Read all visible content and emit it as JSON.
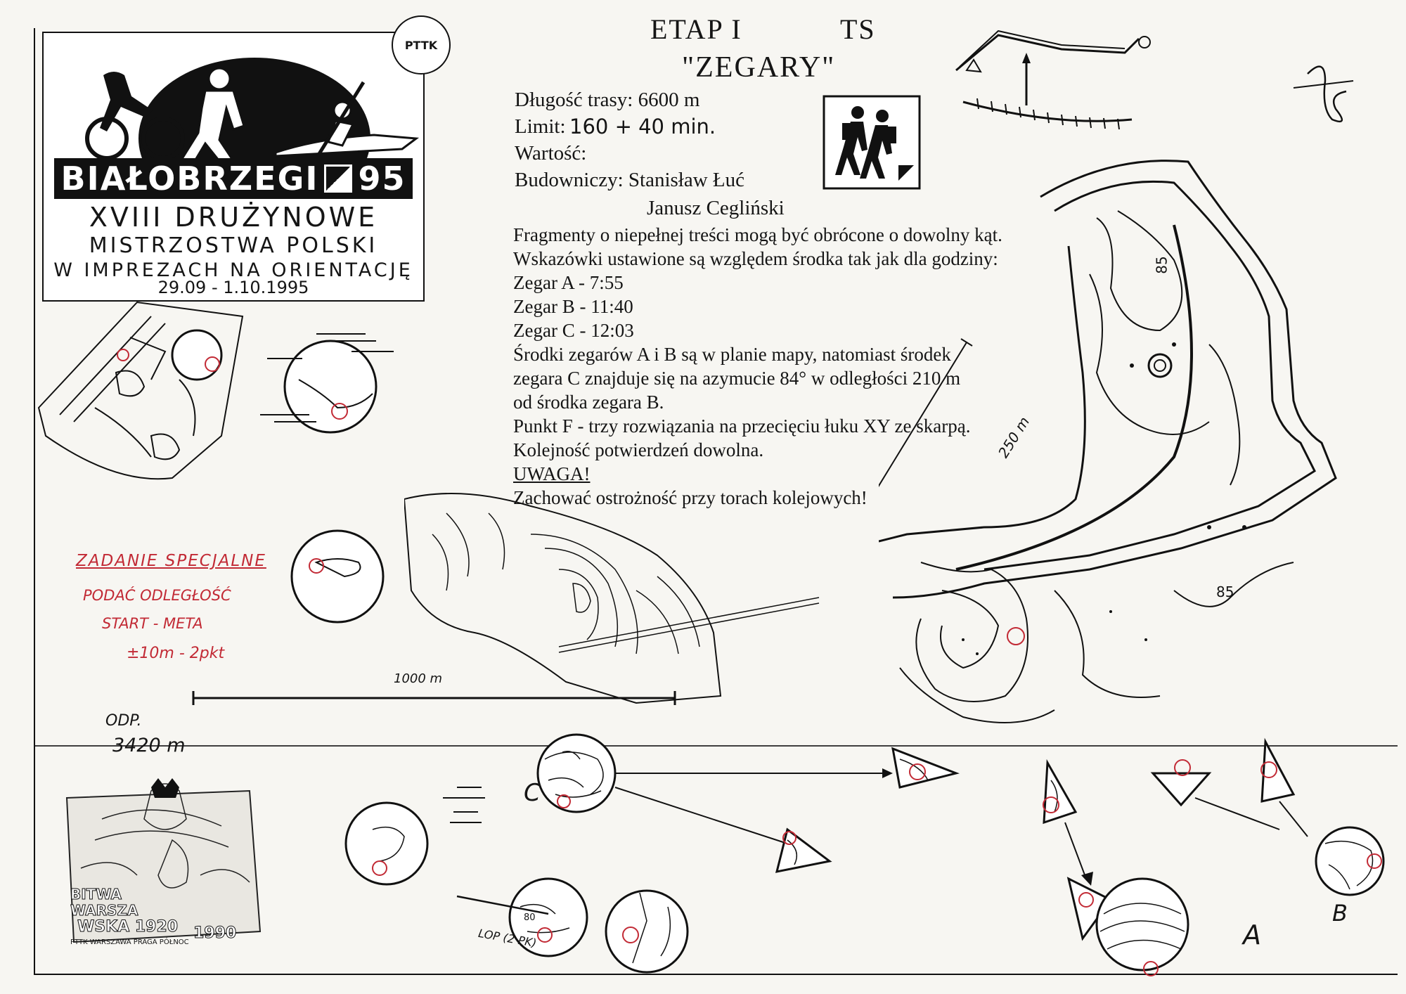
{
  "logo": {
    "brand_badge": "PTTK",
    "town_year": "BIAŁOBRZEGI",
    "year": "95",
    "line1": "XVIII DRUŻYNOWE",
    "line2": "MISTRZOSTWA POLSKI",
    "line3": "W IMPREZACH NA ORIENTACJĘ",
    "dates": "29.09 - 1.10.1995"
  },
  "header": {
    "stage": "ETAP I",
    "category": "TS",
    "title": "\"ZEGARY\""
  },
  "details": {
    "length": "Długość trasy: 6600 m",
    "limit_label": "Limit:",
    "limit_value": "160 + 40 min.",
    "value": "Wartość:",
    "builder_label": "Budowniczy: Stanisław Łuć",
    "builder2": "Janusz Cegliński"
  },
  "instructions": [
    "Fragmenty o niepełnej treści mogą być obrócone o dowolny kąt.",
    "Wskazówki ustawione są względem środka tak jak dla godziny:",
    "Zegar A  - 7:55",
    "Zegar B  - 11:40",
    "Zegar C  - 12:03",
    "Środki zegarów A i B są w planie mapy, natomiast środek",
    "zegara C znajduje się na azymucie 84° w odległości 210 m",
    "od środka zegara B.",
    "Punkt F - trzy rozwiązania na przecięciu łuku XY ze skarpą.",
    "Kolejność potwierdzeń dowolna.",
    "UWAGA!",
    "Zachować ostrożność przy torach kolejowych!"
  ],
  "map": {
    "radius_label": "250 m",
    "contour_label_1": "85",
    "contour_label_2": "85",
    "scale_label": "1000 m",
    "lop_label": "LOP (2 PK)",
    "clock_label_a": "A",
    "clock_label_b": "B",
    "clock_label_c": "C",
    "height_label": "80"
  },
  "special_task": {
    "title": "ZADANIE SPECJALNE",
    "line1": "PODAĆ ODLEGŁOŚĆ",
    "line2": "START - META",
    "line3": "±10m - 2pkt"
  },
  "answer": {
    "label": "ODP.",
    "value": "3420 m"
  },
  "stamp": {
    "line1": "BITWA",
    "line2": "WARSZA",
    "line3": "WSKA 1920",
    "year2": "1990",
    "sub": "PTTK WARSZAWA PRAGA PÓŁNOC"
  },
  "signature": "fs",
  "colors": {
    "ink": "#151515",
    "pen_red": "#c22a35",
    "paper": "#f7f6f2"
  }
}
